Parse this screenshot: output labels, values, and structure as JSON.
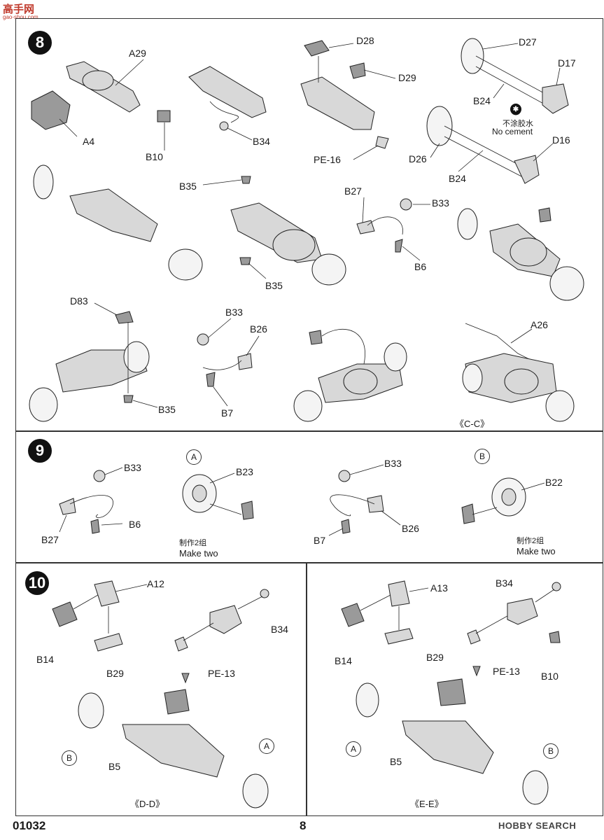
{
  "watermark": {
    "site": "高手网",
    "sub": "gao-shou.com"
  },
  "steps": {
    "s8": {
      "number": "8",
      "labels": {
        "A29": "A29",
        "A4": "A4",
        "B10": "B10",
        "B34": "B34",
        "D28": "D28",
        "D29": "D29",
        "PE16": "PE-16",
        "D27": "D27",
        "D17": "D17",
        "B24a": "B24",
        "no_cement_cn": "不涂胶水",
        "no_cement_en": "No cement",
        "D26": "D26",
        "D16": "D16",
        "B24b": "B24",
        "B35a": "B35",
        "B35b": "B35",
        "B27": "B27",
        "B33a": "B33",
        "B6": "B6",
        "D83": "D83",
        "B35c": "B35",
        "B33b": "B33",
        "B26": "B26",
        "B7": "B7",
        "A26": "A26",
        "section": "《C-C》"
      }
    },
    "s9": {
      "number": "9",
      "labels": {
        "B33a": "B33",
        "B27": "B27",
        "B6": "B6",
        "markA": "A",
        "B23": "B23",
        "make_two_cn_a": "制作2组",
        "make_two_en_a": "Make two",
        "B33b": "B33",
        "B7": "B7",
        "B26": "B26",
        "markB": "B",
        "B22": "B22",
        "make_two_cn_b": "制作2组",
        "make_two_en_b": "Make two"
      }
    },
    "s10": {
      "number": "10",
      "left": {
        "A12": "A12",
        "B14": "B14",
        "B29": "B29",
        "B34": "B34",
        "PE13": "PE-13",
        "markB": "B",
        "B5": "B5",
        "markA": "A",
        "section": "《D-D》"
      },
      "right": {
        "A13": "A13",
        "B34": "B34",
        "B14": "B14",
        "B29": "B29",
        "PE13": "PE-13",
        "B10": "B10",
        "markA": "A",
        "B5": "B5",
        "markB": "B",
        "section": "《E-E》"
      }
    }
  },
  "footer": {
    "code": "01032",
    "page": "8",
    "brand": "HOBBY SEARCH"
  }
}
